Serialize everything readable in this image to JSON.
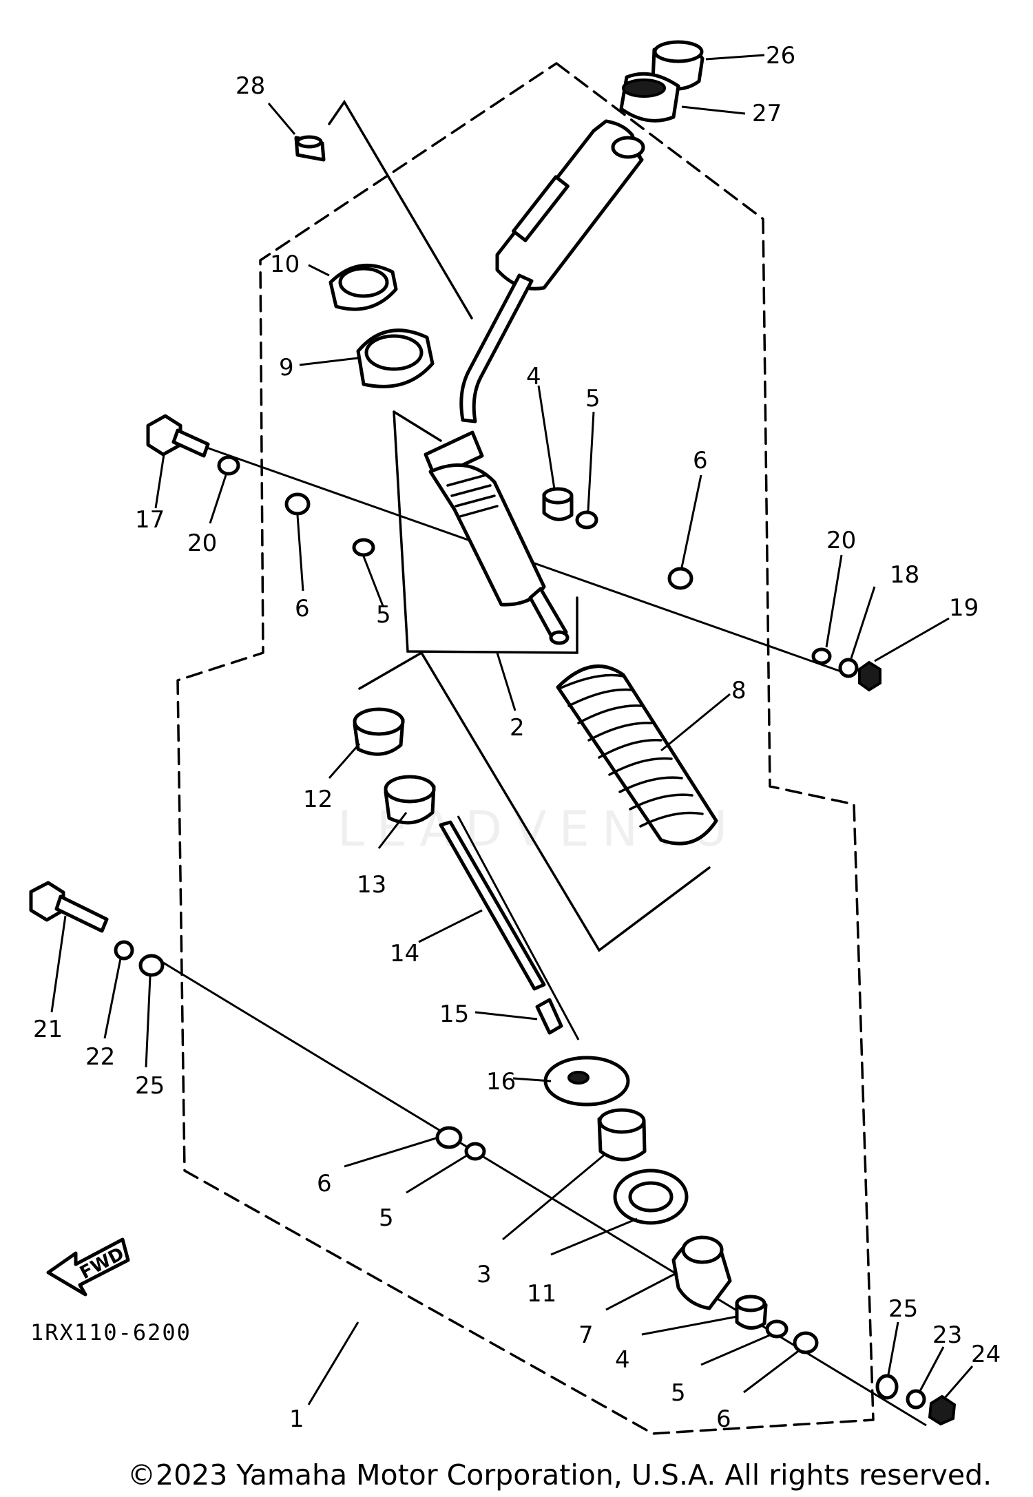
{
  "drawing_code": "1RX110-6200",
  "direction_label": "FWD",
  "watermark": "LEADVENTU",
  "copyright": "©2023 Yamaha Motor Corporation, U.S.A. All rights reserved.",
  "callouts": {
    "c1": "1",
    "c2": "2",
    "c3": "3",
    "c4a": "4",
    "c4b": "4",
    "c5a": "5",
    "c5b": "5",
    "c5c": "5",
    "c5d": "5",
    "c6a": "6",
    "c6b": "6",
    "c6c": "6",
    "c6d": "6",
    "c7": "7",
    "c8": "8",
    "c9": "9",
    "c10": "10",
    "c11": "11",
    "c12": "12",
    "c13": "13",
    "c14": "14",
    "c15": "15",
    "c16": "16",
    "c17": "17",
    "c18": "18",
    "c19": "19",
    "c20a": "20",
    "c20b": "20",
    "c21": "21",
    "c22": "22",
    "c23": "23",
    "c24": "24",
    "c25a": "25",
    "c25b": "25",
    "c26": "26",
    "c27": "27",
    "c28": "28"
  }
}
